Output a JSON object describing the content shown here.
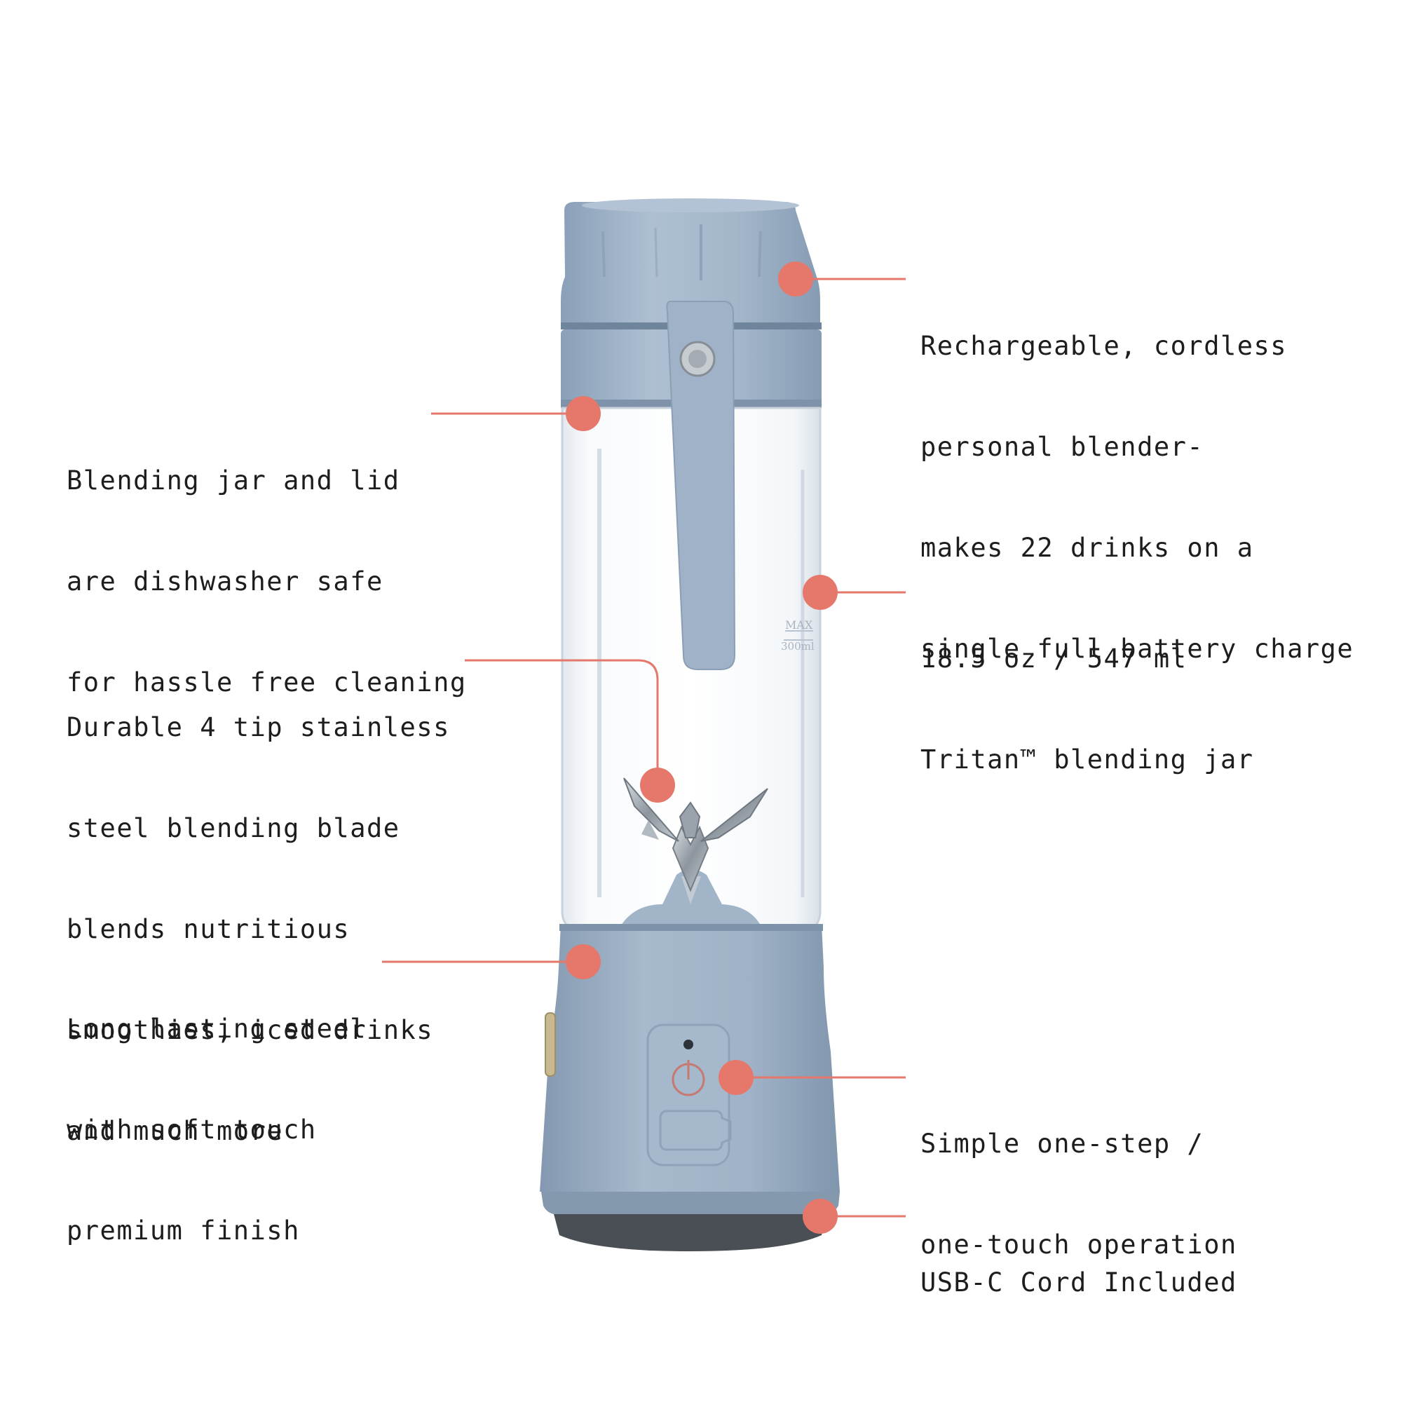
{
  "accent_color": "#e5776b",
  "product_color": "#9fb3c8",
  "product_name": "blender",
  "jar_markings": {
    "max": "MAX",
    "volume": "300ml"
  },
  "callouts": {
    "battery": {
      "lines": [
        "Rechargeable, cordless",
        "personal blender-",
        "makes 22 drinks on a",
        "single full battery charge"
      ]
    },
    "dishwasher": {
      "lines": [
        "Blending jar and lid",
        "are dishwasher safe",
        "for hassle free cleaning"
      ]
    },
    "jar_capacity": {
      "lines": [
        "18.5 oz / 547 ml",
        "Tritan™ blending jar"
      ]
    },
    "blade": {
      "lines": [
        "Durable 4 tip stainless",
        "steel blending blade",
        "blends nutritious",
        "smoothies, iced drinks",
        "and much more"
      ]
    },
    "finish": {
      "lines": [
        "Long lasting steel",
        "with soft touch",
        "premium finish"
      ]
    },
    "operation": {
      "lines": [
        "Simple one-step /",
        "one-touch operation"
      ]
    },
    "usb": {
      "lines": [
        "USB-C Cord Included"
      ]
    }
  }
}
